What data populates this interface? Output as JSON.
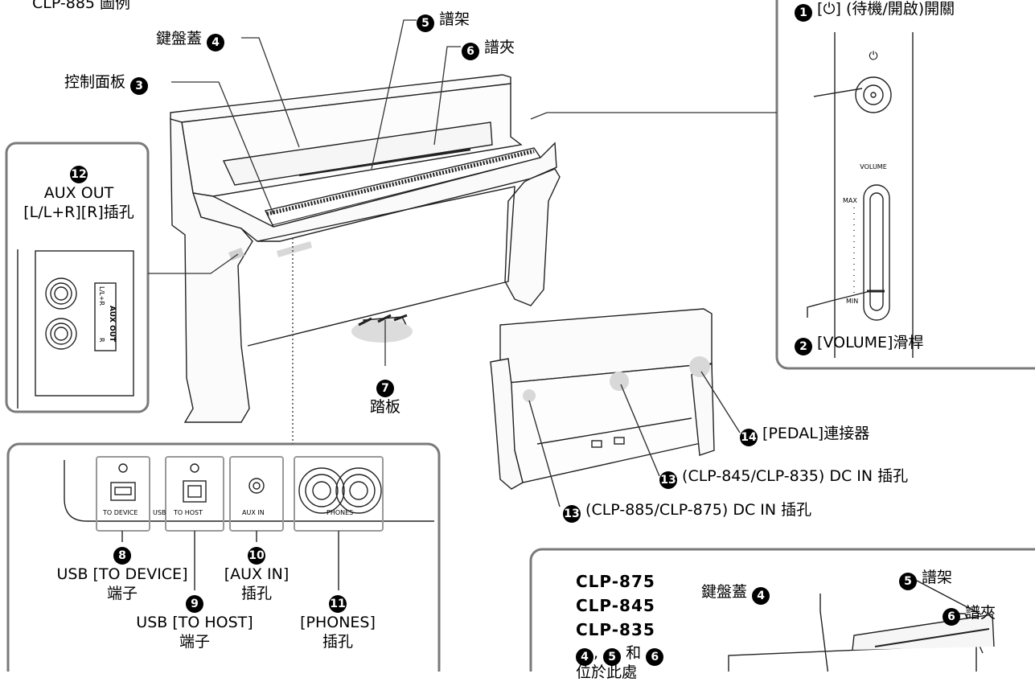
{
  "header": {
    "caption": "CLP-885 圖例"
  },
  "callouts": {
    "power": {
      "num": "1",
      "text": "[⏻] (待機/開啟)開關"
    },
    "volume": {
      "num": "2",
      "text": "[VOLUME]滑桿"
    },
    "control_panel": {
      "num": "3",
      "text": "控制面板"
    },
    "key_cover": {
      "num": "4",
      "text": "鍵盤蓋"
    },
    "music_rest": {
      "num": "5",
      "text": "譜架"
    },
    "music_clips": {
      "num": "6",
      "text": "譜夾"
    },
    "pedals": {
      "num": "7",
      "text": "踏板"
    },
    "usb_device": {
      "num": "8",
      "line1": "USB [TO DEVICE]",
      "line2": "端子"
    },
    "usb_host": {
      "num": "9",
      "line1": "USB [TO HOST]",
      "line2": "端子"
    },
    "aux_in": {
      "num": "10",
      "line1": "[AUX IN]",
      "line2": "插孔"
    },
    "phones": {
      "num": "11",
      "line1": "[PHONES]",
      "line2": "插孔"
    },
    "aux_out": {
      "num": "12",
      "line1": "AUX OUT",
      "line2": "[L/L+R][R]插孔"
    },
    "dc_in_845": {
      "num": "13",
      "text": "(CLP-845/CLP-835) DC IN 插孔"
    },
    "dc_in_885": {
      "num": "13",
      "text": "(CLP-885/CLP-875) DC IN 插孔"
    },
    "pedal_connector": {
      "num": "14",
      "text": "[PEDAL]連接器"
    }
  },
  "panel_markings": {
    "power_symbol": "⏻",
    "volume": "VOLUME",
    "max": "MAX",
    "min": "MIN",
    "aux_out": "AUX OUT",
    "l_lr": "L/L+R",
    "r": "R",
    "to_device": "TO DEVICE",
    "usb": "USB",
    "to_host": "TO HOST",
    "aux_in": "AUX IN",
    "phones": "PHONES"
  },
  "inset_models": {
    "models": [
      "CLP-875",
      "CLP-845",
      "CLP-835"
    ],
    "note": {
      "n1": "4",
      "sep1": ",",
      "n2": "5",
      "and": "和",
      "n3": "6"
    },
    "note_line2": "位於此處",
    "key_cover": {
      "num": "4",
      "text": "鍵盤蓋"
    },
    "music_rest": {
      "num": "5",
      "text": "譜架"
    },
    "music_clips": {
      "num": "6",
      "text": "譜夾"
    }
  }
}
